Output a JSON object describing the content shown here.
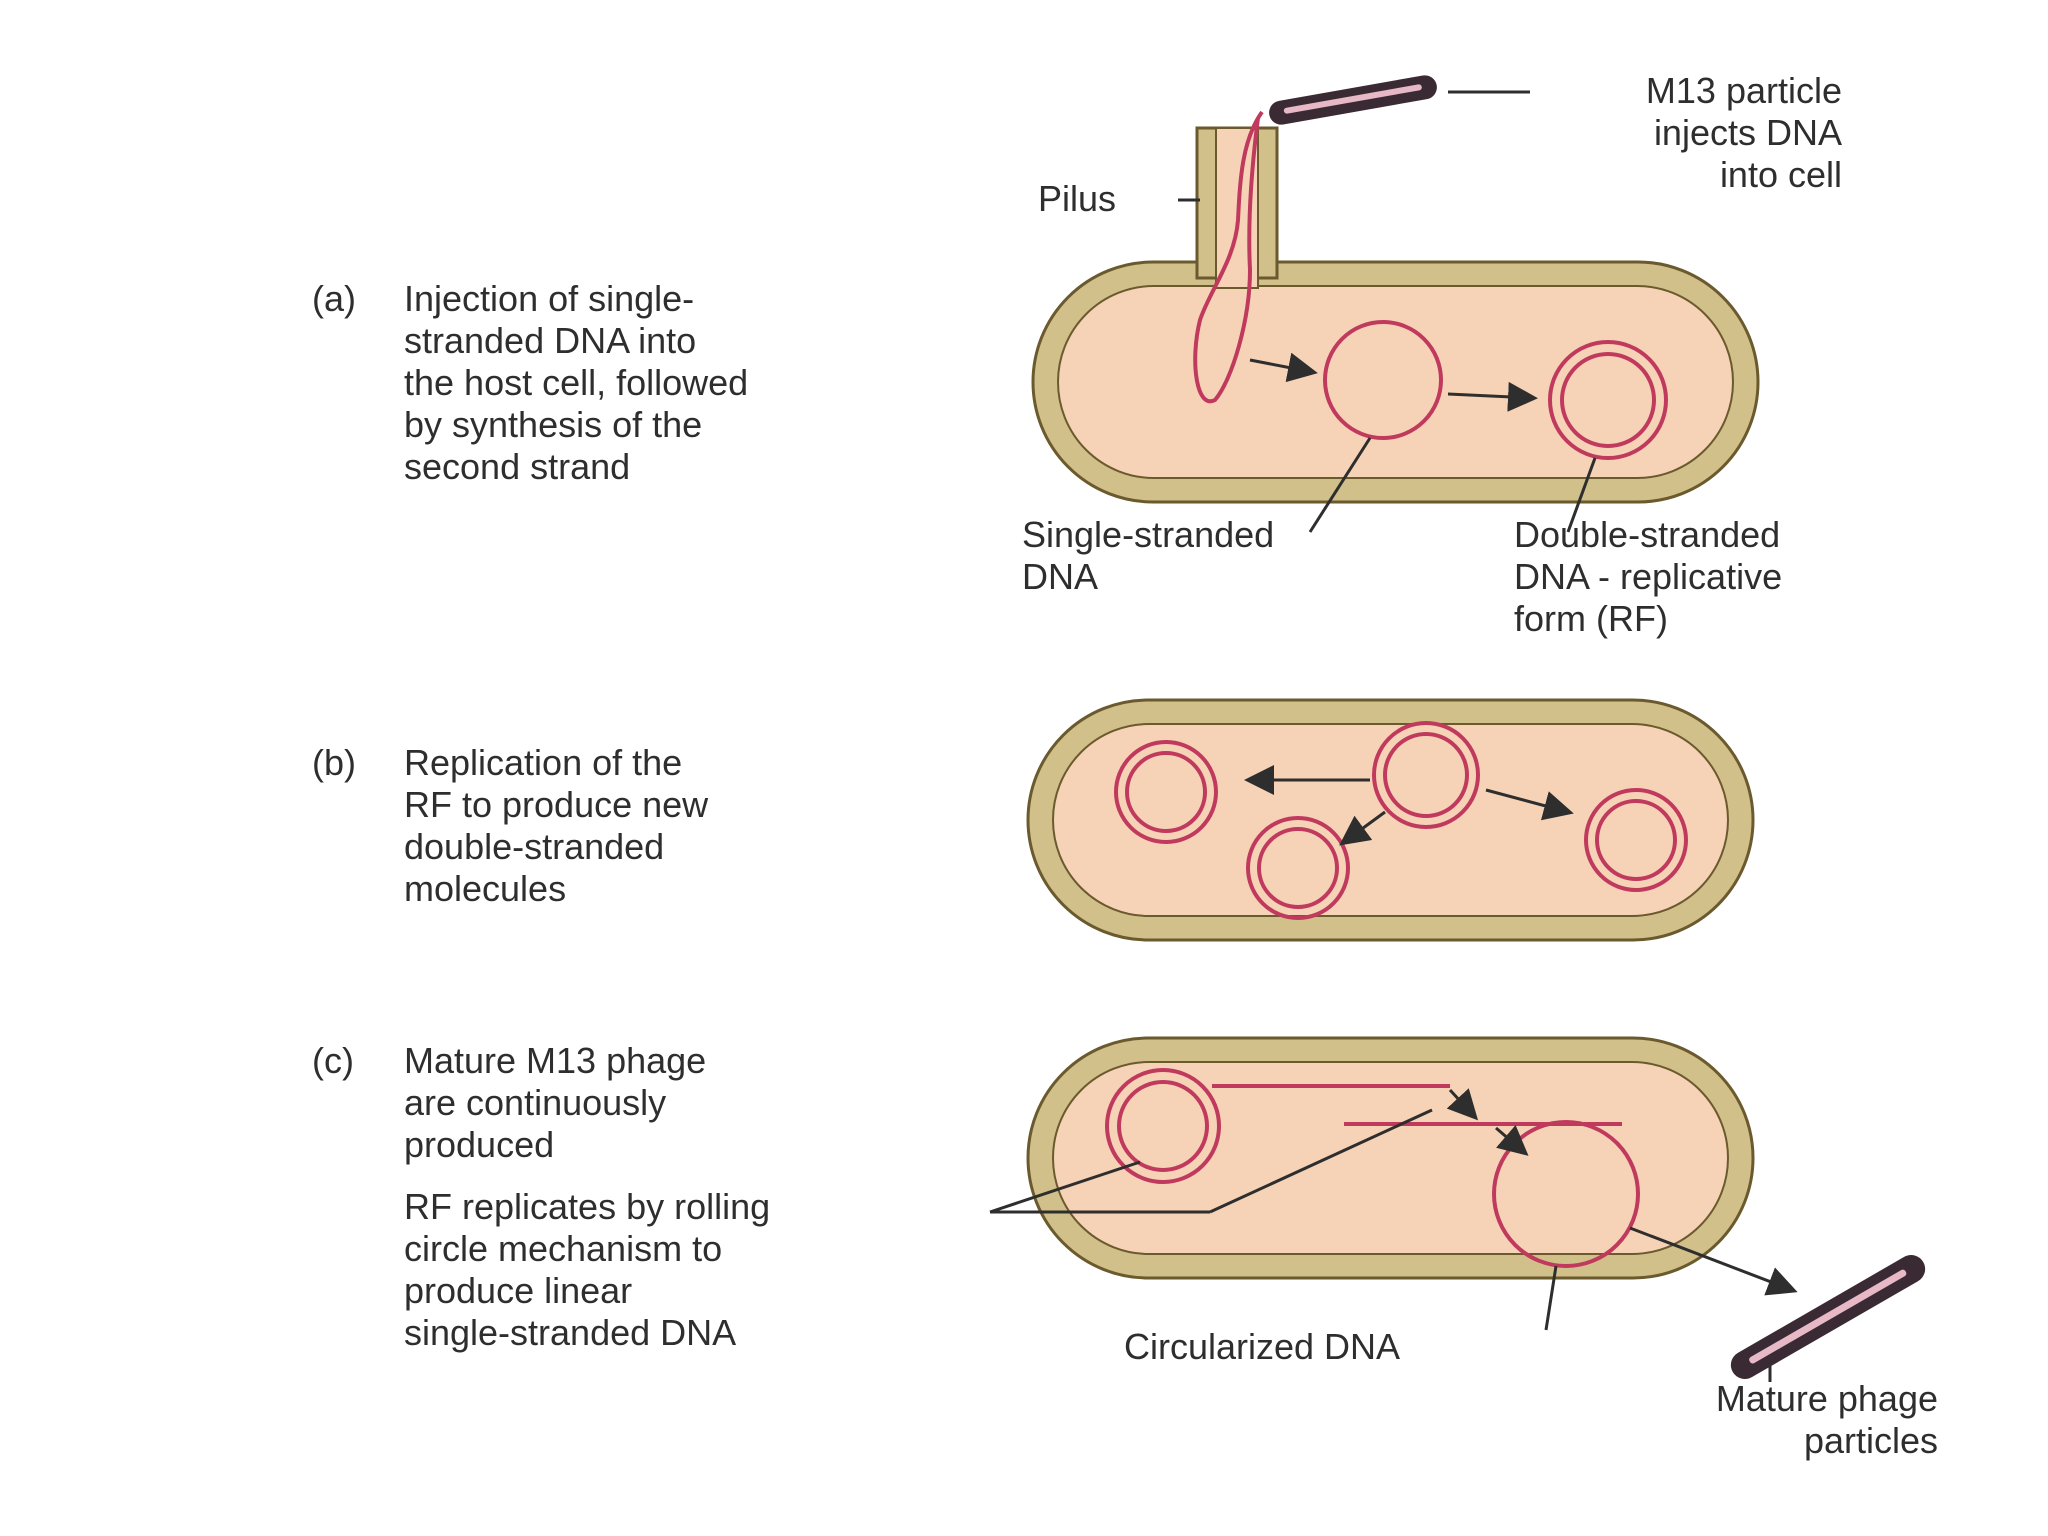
{
  "colors": {
    "cell_wall": "#d2c08a",
    "cell_wall_edge": "#6b5a2e",
    "cytoplasm": "#f6d3b7",
    "dna": "#c03a5e",
    "phage_body": "#3a2a33",
    "phage_highlight": "#e7b8c6",
    "leader_line": "#2e2e2e"
  },
  "stages": [
    {
      "marker": "(a)",
      "caption_lines": [
        "Injection of single-",
        "stranded DNA into",
        "the host cell, followed",
        "by synthesis of the",
        "second strand"
      ]
    },
    {
      "marker": "(b)",
      "caption_lines": [
        "Replication of the",
        "RF to produce new",
        "double-stranded",
        "molecules"
      ]
    },
    {
      "marker": "(c)",
      "caption_lines": [
        "Mature M13 phage",
        "are continuously",
        "produced"
      ]
    }
  ],
  "labels": {
    "m13_particle": [
      "M13 particle",
      "injects DNA",
      "into cell"
    ],
    "pilus": "Pilus",
    "single_stranded": [
      "Single-stranded",
      "DNA"
    ],
    "double_stranded": [
      "Double-stranded",
      "DNA - replicative",
      "form (RF)"
    ],
    "rolling_circle": [
      "RF replicates by rolling",
      "circle mechanism to",
      "produce linear",
      "single-stranded DNA"
    ],
    "circularized": "Circularized DNA",
    "mature_phage": [
      "Mature phage",
      "particles"
    ]
  }
}
